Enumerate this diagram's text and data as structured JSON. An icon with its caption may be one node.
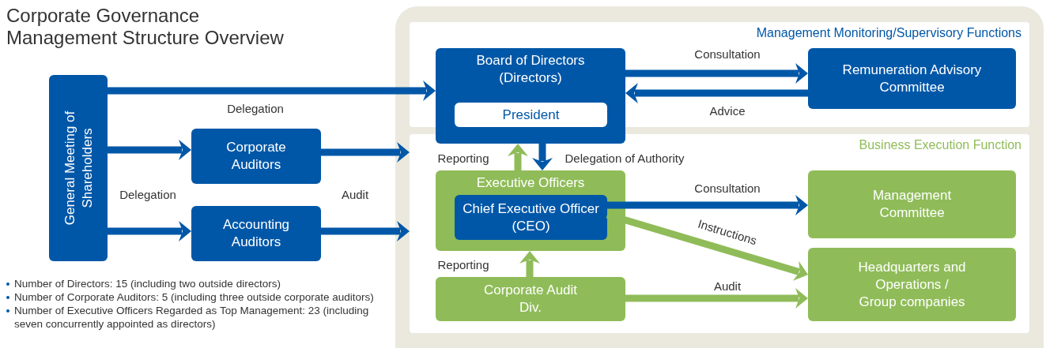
{
  "diagram": {
    "title": "Corporate Governance Management Structure Overview",
    "nodes": [
      {
        "text": [
          "Management Monitoring/Supervisory Functions"
        ]
      },
      {
        "text": [
          "Board of Directors (Directors)"
        ]
      },
      {
        "text": [
          "President"
        ],
        "in": 1
      },
      {
        "text": [
          "Remuneration Advisory Committee"
        ],
        "in": 0
      },
      {
        "text": [
          "Business Execution Function"
        ]
      },
      {
        "text": [
          "Executive Officers"
        ],
        "in": 4
      },
      {
        "text": [
          "Chief Executive Officer (CEO)"
        ],
        "in": 5
      },
      {
        "text": [
          "Corporate Audit Div."
        ],
        "in": 4
      },
      {
        "text": [
          "Management Committee"
        ],
        "in": 4
      },
      {
        "text": [
          "Headquarters and Operations / Group companies"
        ],
        "in": 4
      },
      {
        "text": [
          "General Meeting of Shareholders"
        ]
      },
      {
        "text": [
          "Corporate Auditors"
        ]
      },
      {
        "text": [
          "Accounting Auditors"
        ]
      }
    ],
    "edges": [
      {
        "from": 10,
        "to": 1,
        "arrow": "to",
        "label": "Delegation"
      },
      {
        "from": 10,
        "to": 11,
        "arrow": "to"
      },
      {
        "from": 10,
        "to": 12,
        "arrow": "to",
        "label": "Delegation"
      },
      {
        "from": 11,
        "to": 4,
        "arrow": "to"
      },
      {
        "from": 12,
        "to": 4,
        "arrow": "to",
        "label": "Audit"
      },
      {
        "from": 1,
        "to": 3,
        "arrow": "to",
        "label": "Consultation"
      },
      {
        "from": 3,
        "to": 1,
        "arrow": "to",
        "label": "Advice"
      },
      {
        "from": 5,
        "to": 1,
        "arrow": "to",
        "label": "Reporting",
        "color": "#8fbc58"
      },
      {
        "from": 1,
        "to": 5,
        "arrow": "to",
        "label": "Delegation of Authority"
      },
      {
        "from": 6,
        "to": 8,
        "arrow": "to",
        "label": "Consultation"
      },
      {
        "from": 6,
        "to": 9,
        "arrow": "to",
        "label": "Instructions",
        "color": "#8fbc58"
      },
      {
        "from": 7,
        "to": 5,
        "arrow": "to",
        "label": "Reporting",
        "color": "#8fbc58"
      },
      {
        "from": 7,
        "to": 9,
        "arrow": "to",
        "label": "Audit",
        "color": "#8fbc58"
      }
    ],
    "labels": [
      "Number of Directors: 15 (including two outside directors)",
      "Number of Corporate Auditors: 5 (including three outside corporate auditors)",
      "Number of Executive Officers Regarded as Top Management: 23 (including seven concurrently appointed as directors)"
    ]
  }
}
